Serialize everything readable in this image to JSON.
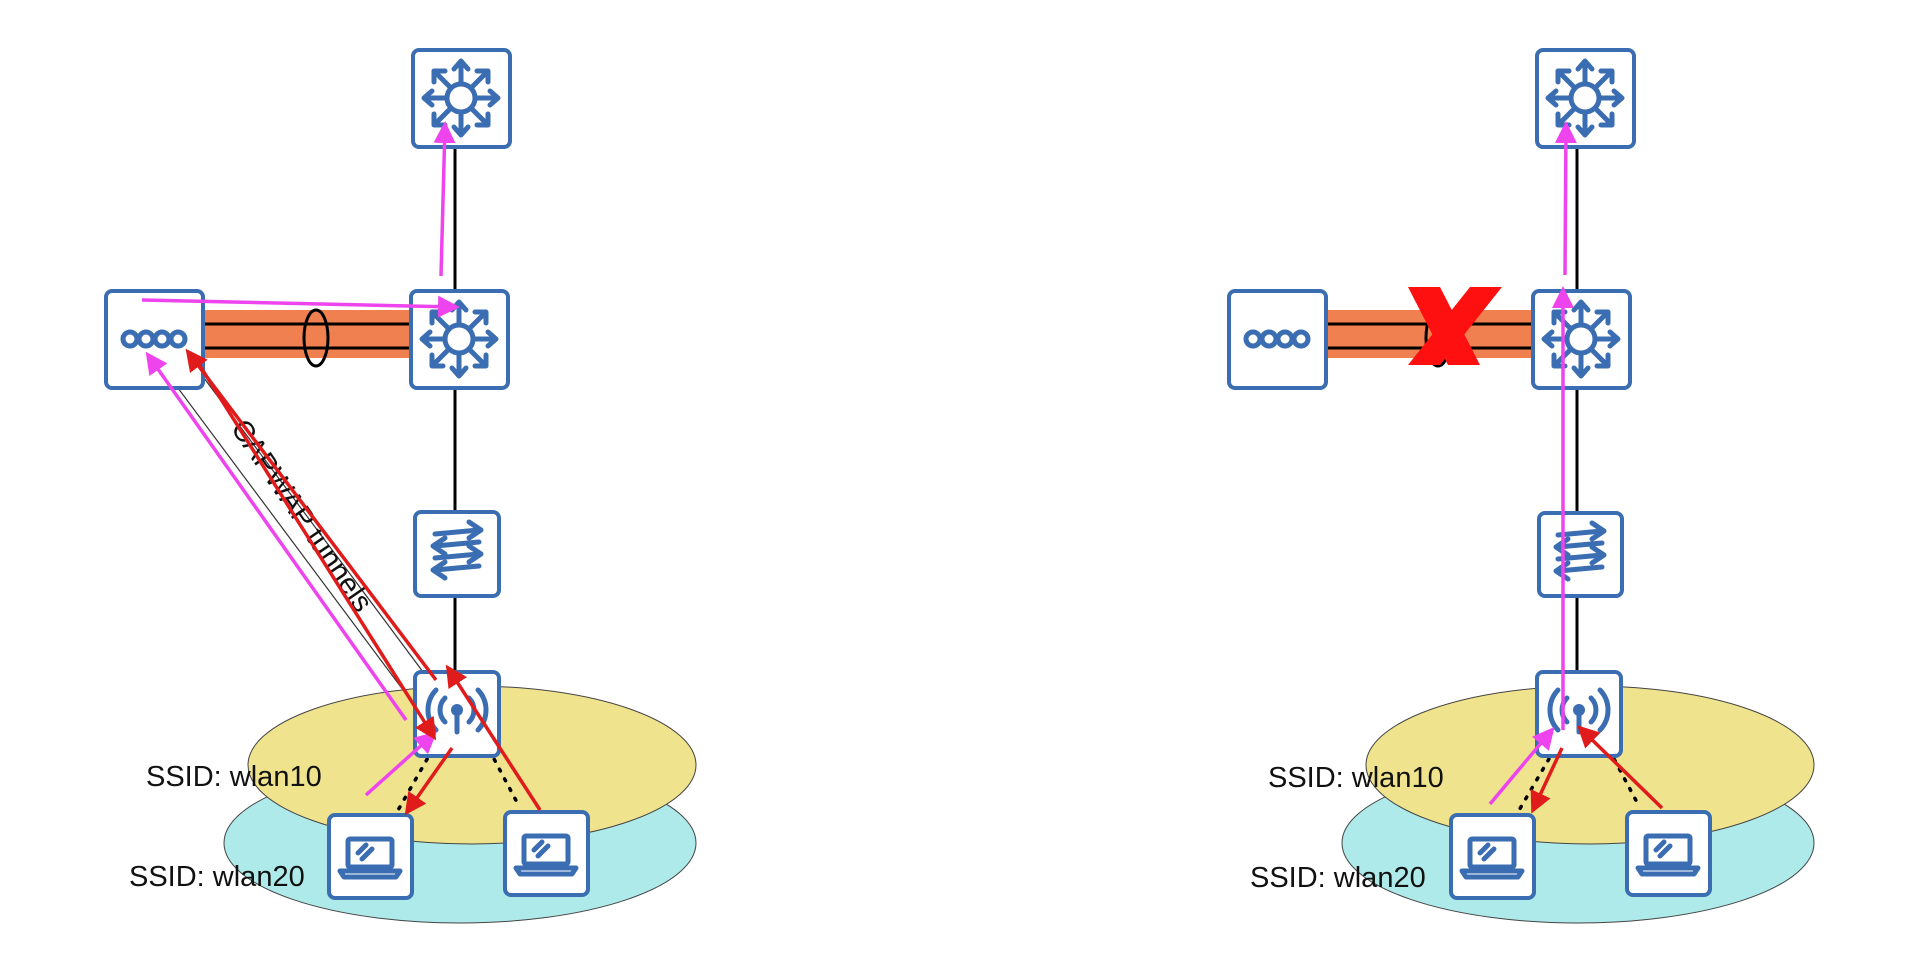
{
  "labels": {
    "tunnel": "CAPWAP tunnels",
    "left_ssid_wlan10": "SSID: wlan10",
    "left_ssid_wlan20": "SSID: wlan20",
    "right_ssid_wlan10": "SSID: wlan10",
    "right_ssid_wlan20": "SSID: wlan20"
  },
  "colors": {
    "device_border": "#3a6db1",
    "ethernet_bundle": "#f08050",
    "wlan10_coverage": "#f0e38e",
    "wlan20_coverage": "#aeeaea",
    "traffic_wlan10": "#ee44ee",
    "traffic_wlan20": "#e01b1b",
    "link_failure_mark": "#ff0000"
  },
  "icons": {
    "core_switch": "multilayer-switch-icon",
    "distribution_switch": "multilayer-switch-icon",
    "wlc": "wireless-lan-controller-icon",
    "access_switch": "layer2-switch-icon",
    "ap": "access-point-icon",
    "client": "laptop-icon",
    "failure": "x-mark-icon"
  }
}
